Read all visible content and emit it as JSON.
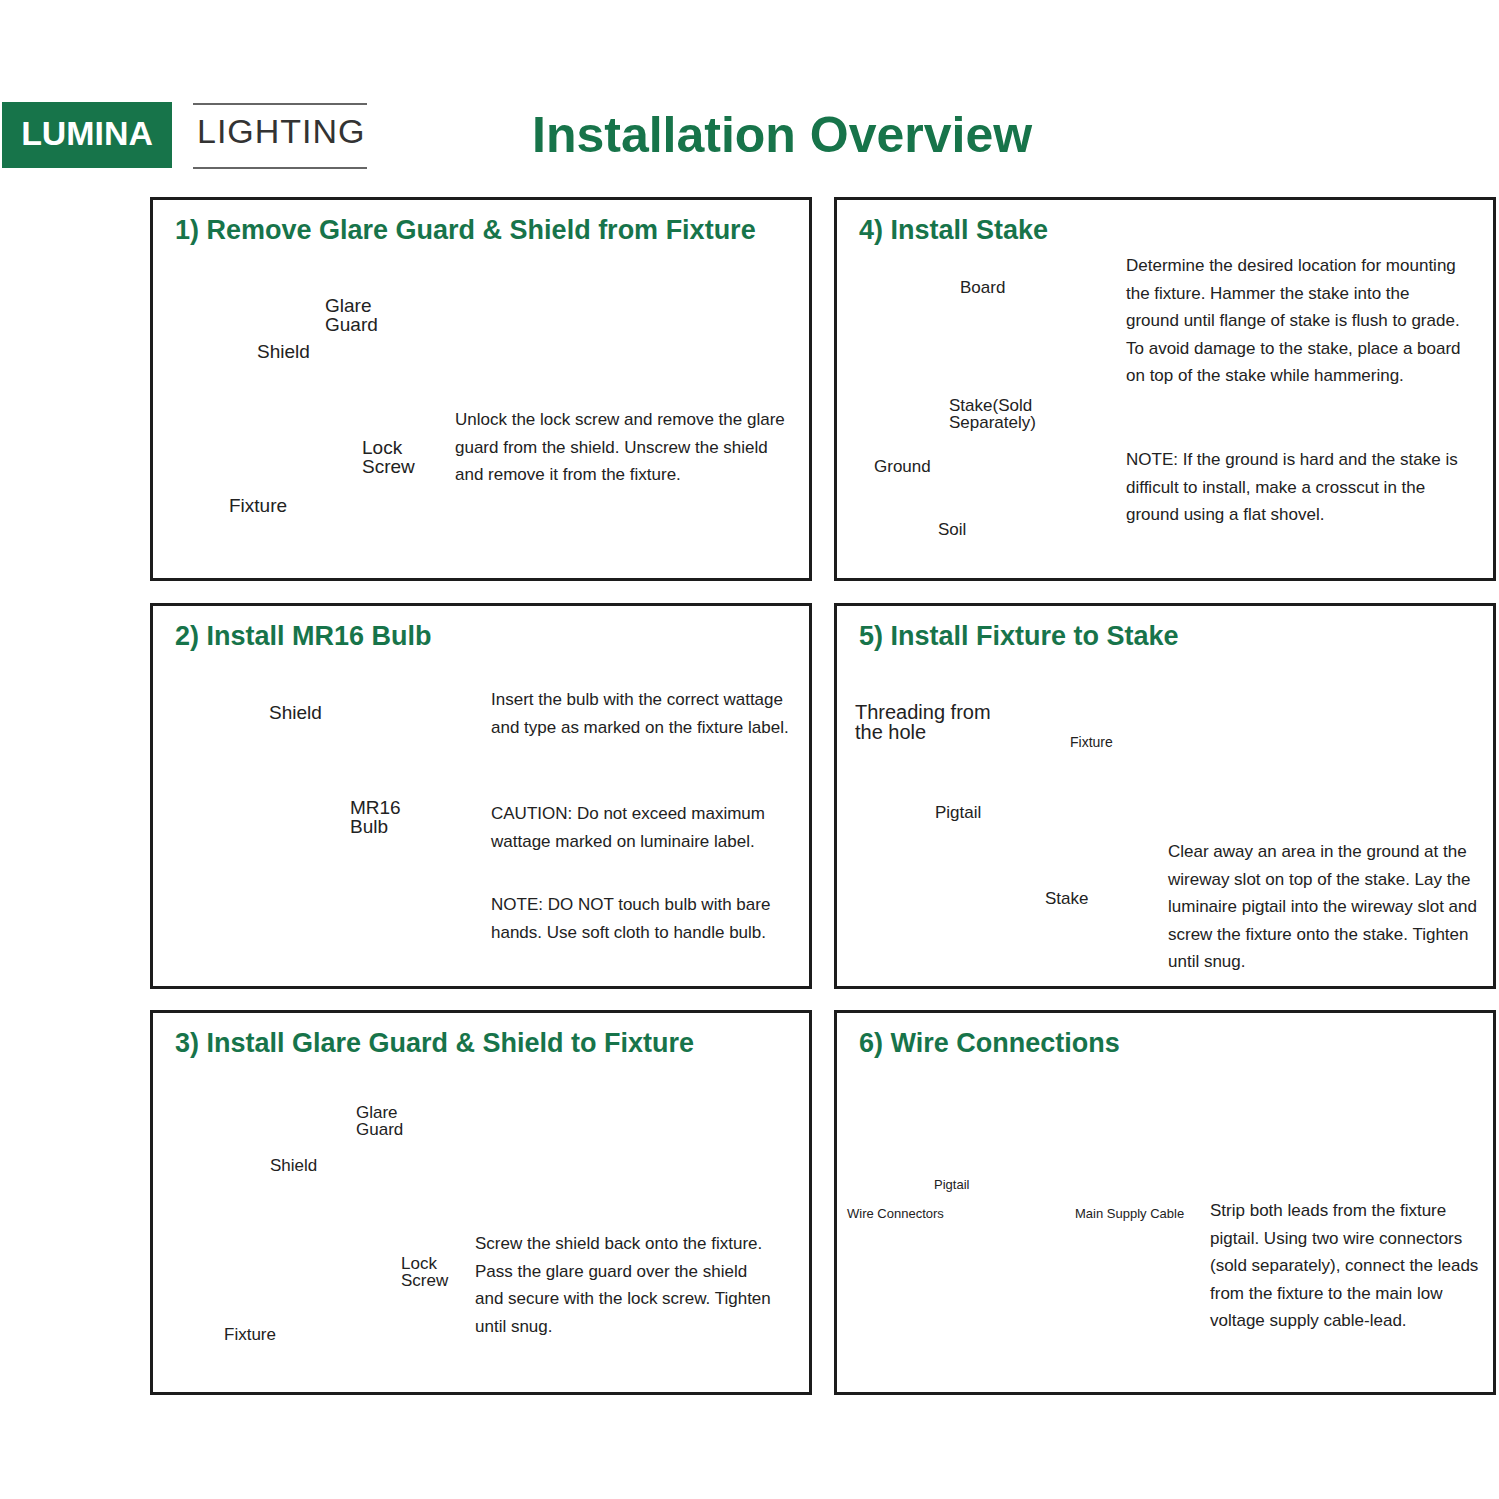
{
  "diagram": {
    "title": "Installation Overview",
    "nodes": [
      {
        "text": [
          "LUMINA"
        ]
      },
      {
        "text": [
          "1) Remove Glare Guard & Shield from Fixture",
          "Unlock the lock screw and remove the glare guard from the shield. Unscrew the shield and remove it from the fixture."
        ]
      },
      {
        "text": [
          "2) Install MR16 Bulb",
          "Insert the bulb with the correct wattage and type as marked on the fixture label.",
          "CAUTION: Do not exceed maximum wattage marked on luminaire label.",
          "NOTE: DO NOT touch bulb with bare hands. Use soft cloth to handle bulb."
        ]
      },
      {
        "text": [
          "3) Install Glare Guard & Shield to Fixture",
          "Screw the shield back onto the fixture. Pass the glare guard over the shield and secure with the lock screw. Tighten until snug."
        ]
      },
      {
        "text": [
          "4) Install Stake",
          "Determine the desired location for mounting the fixture. Hammer the stake into the ground until flange of stake is flush to grade. To avoid damage to the stake, place a board on top of the stake while hammering.",
          "NOTE: If the ground is hard and the stake is difficult to install, make a crosscut in the ground using a flat shovel."
        ]
      },
      {
        "text": [
          "5) Install Fixture to Stake",
          "Clear away an area in the ground at the wireway slot on top of the stake. Lay the luminaire pigtail into the wireway slot and screw the fixture onto the stake. Tighten until snug."
        ]
      },
      {
        "text": [
          "6) Wire Connections",
          "Strip both leads from the fixture pigtail. Using two wire connectors (sold separately), connect the leads from the fixture to the main low voltage supply cable-lead."
        ]
      }
    ],
    "labels": [
      "LIGHTING",
      "Glare Guard",
      "Shield",
      "Lock Screw",
      "Fixture",
      "Shield",
      "MR16 Bulb",
      "Glare Guard",
      "Shield",
      "Lock Screw",
      "Fixture",
      "Board",
      "Stake(Sold Separately)",
      "Ground",
      "Soil",
      "Threading from the hole",
      "Fixture",
      "Pigtail",
      "Stake",
      "Pigtail",
      "Wire Connectors",
      "Main Supply Cable"
    ]
  }
}
